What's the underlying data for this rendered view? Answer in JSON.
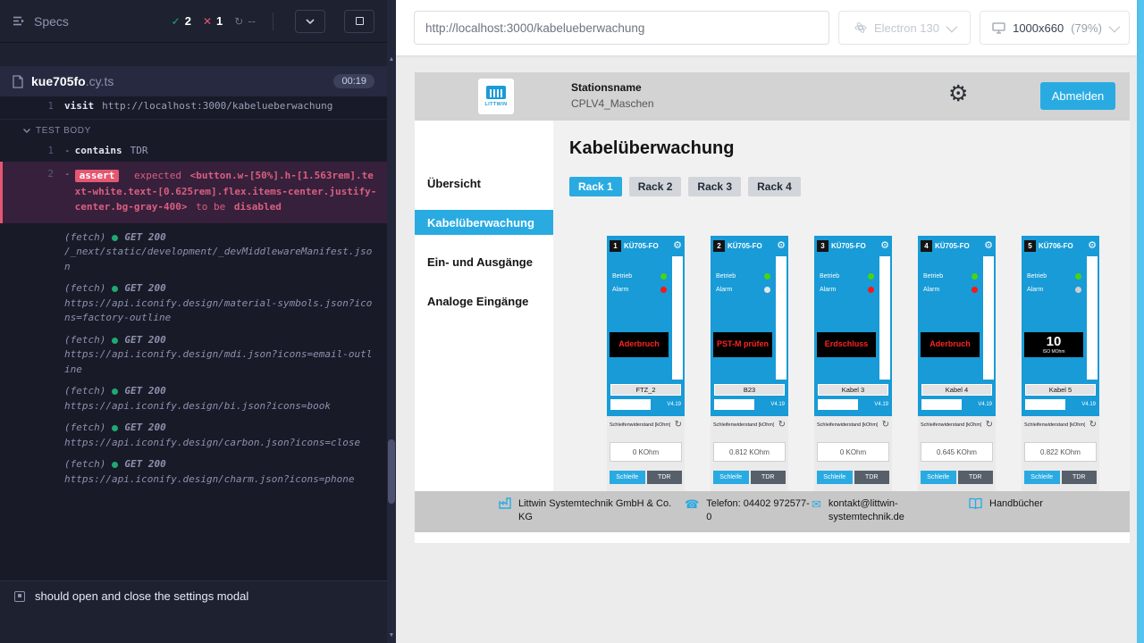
{
  "colors": {
    "accent": "#29abe2",
    "card_blue": "#189bd7",
    "pass_green": "#1fa971",
    "fail_red": "#e45770"
  },
  "cypress": {
    "specs_label": "Specs",
    "stats": {
      "passed": "2",
      "failed": "1",
      "pending": "--"
    },
    "spec": {
      "name": "kue705fo",
      "ext": ".cy.ts",
      "timer": "00:19"
    },
    "visit": {
      "line": "1",
      "cmd": "visit",
      "arg": "http://localhost:3000/kabelueberwachung"
    },
    "test_body_label": "TEST BODY",
    "contains": {
      "line": "1",
      "cmd": "contains",
      "arg": "TDR"
    },
    "assert": {
      "line": "2",
      "badge": "assert",
      "word": "expected",
      "selector": "<button.w-[50%].h-[1.563rem].text-white.text-[0.625rem].flex.items-center.justify-center.bg-gray-400>",
      "tail": "to be",
      "state": "disabled"
    },
    "fetch_label": "(fetch)",
    "fetches": [
      {
        "status": "GET 200",
        "url": "/_next/static/development/_devMiddlewareManifest.json"
      },
      {
        "status": "GET 200",
        "url": "https://api.iconify.design/material-symbols.json?icons=factory-outline"
      },
      {
        "status": "GET 200",
        "url": "https://api.iconify.design/mdi.json?icons=email-outline"
      },
      {
        "status": "GET 200",
        "url": "https://api.iconify.design/bi.json?icons=book"
      },
      {
        "status": "GET 200",
        "url": "https://api.iconify.design/carbon.json?icons=close"
      },
      {
        "status": "GET 200",
        "url": "https://api.iconify.design/charm.json?icons=phone"
      }
    ],
    "next_test": "should open and close the settings modal"
  },
  "browser": {
    "url": "http://localhost:3000/kabelueberwachung",
    "name": "Electron 130",
    "viewport": "1000x660",
    "zoom": "(79%)"
  },
  "app": {
    "header": {
      "logo_text": "LITTWIN",
      "station_label": "Stationsname",
      "station_value": "CPLV4_Maschen",
      "logout_label": "Abmelden"
    },
    "sidebar": [
      {
        "label": "Übersicht",
        "bg": "transparent",
        "fg": "#141414"
      },
      {
        "label": "Kabelüberwachung",
        "bg": "#29abe2",
        "fg": "#ffffff"
      },
      {
        "label": "Ein- und Ausgänge",
        "bg": "transparent",
        "fg": "#141414"
      },
      {
        "label": "Analoge Eingänge",
        "bg": "transparent",
        "fg": "#141414"
      }
    ],
    "title": "Kabelüberwachung",
    "racks": [
      {
        "label": "Rack 1",
        "bg": "#29abe2",
        "fg": "#ffffff"
      },
      {
        "label": "Rack 2",
        "bg": "#d2d6da",
        "fg": "#1f2937"
      },
      {
        "label": "Rack 3",
        "bg": "#d2d6da",
        "fg": "#1f2937"
      },
      {
        "label": "Rack 4",
        "bg": "#d2d6da",
        "fg": "#1f2937"
      }
    ],
    "cards": [
      {
        "num": "1",
        "model": "KÜ705-FO",
        "betrieb_label": "Betrieb",
        "alarm_label": "Alarm",
        "betrieb_led": "#49d411",
        "alarm_led": "#ff1616",
        "status": "Aderbruch",
        "status_sub": "",
        "status_color": "#ff2222",
        "status_size": "9px",
        "name": "FTZ_2",
        "version": "V4.19",
        "res_label": "Schleifenwiderstand [kOhm]",
        "value": "0 KOhm",
        "btn_loop": "Schleife",
        "btn_tdr": "TDR"
      },
      {
        "num": "2",
        "model": "KÜ705-FO",
        "betrieb_label": "Betrieb",
        "alarm_label": "Alarm",
        "betrieb_led": "#49d411",
        "alarm_led": "#e8e8e8",
        "status": "PST-M prüfen",
        "status_sub": "",
        "status_color": "#ff2222",
        "status_size": "9px",
        "name": "B23",
        "version": "V4.19",
        "res_label": "Schleifenwiderstand [kOhm]",
        "value": "0.812 KOhm",
        "btn_loop": "Schleife",
        "btn_tdr": "TDR"
      },
      {
        "num": "3",
        "model": "KÜ705-FO",
        "betrieb_label": "Betrieb",
        "alarm_label": "Alarm",
        "betrieb_led": "#49d411",
        "alarm_led": "#ff1616",
        "status": "Erdschluss",
        "status_sub": "",
        "status_color": "#ff2222",
        "status_size": "9px",
        "name": "Kabel 3",
        "version": "V4.19",
        "res_label": "Schleifenwiderstand [kOhm]",
        "value": "0 KOhm",
        "btn_loop": "Schleife",
        "btn_tdr": "TDR"
      },
      {
        "num": "4",
        "model": "KÜ705-FO",
        "betrieb_label": "Betrieb",
        "alarm_label": "Alarm",
        "betrieb_led": "#49d411",
        "alarm_led": "#ff1616",
        "status": "Aderbruch",
        "status_sub": "",
        "status_color": "#ff2222",
        "status_size": "9px",
        "name": "Kabel 4",
        "version": "V4.19",
        "res_label": "Schleifenwiderstand [kOhm]",
        "value": "0.645 KOhm",
        "btn_loop": "Schleife",
        "btn_tdr": "TDR"
      },
      {
        "num": "5",
        "model": "KÜ706-FO",
        "betrieb_label": "Betrieb",
        "alarm_label": "Alarm",
        "betrieb_led": "#49d411",
        "alarm_led": "#cfcfcf",
        "status": "10",
        "status_sub": "ISO MOhm",
        "status_color": "#ffffff",
        "status_size": "15px",
        "name": "Kabel 5",
        "version": "V4.19",
        "res_label": "Schleifenwiderstand [kOhm]",
        "value": "0.822 KOhm",
        "btn_loop": "Schleife",
        "btn_tdr": "TDR"
      }
    ],
    "footer": {
      "company": "Littwin Systemtechnik GmbH & Co. KG",
      "phone": "Telefon: 04402 972577-0",
      "email": "kontakt@littwin-systemtechnik.de",
      "manuals": "Handbücher"
    }
  }
}
